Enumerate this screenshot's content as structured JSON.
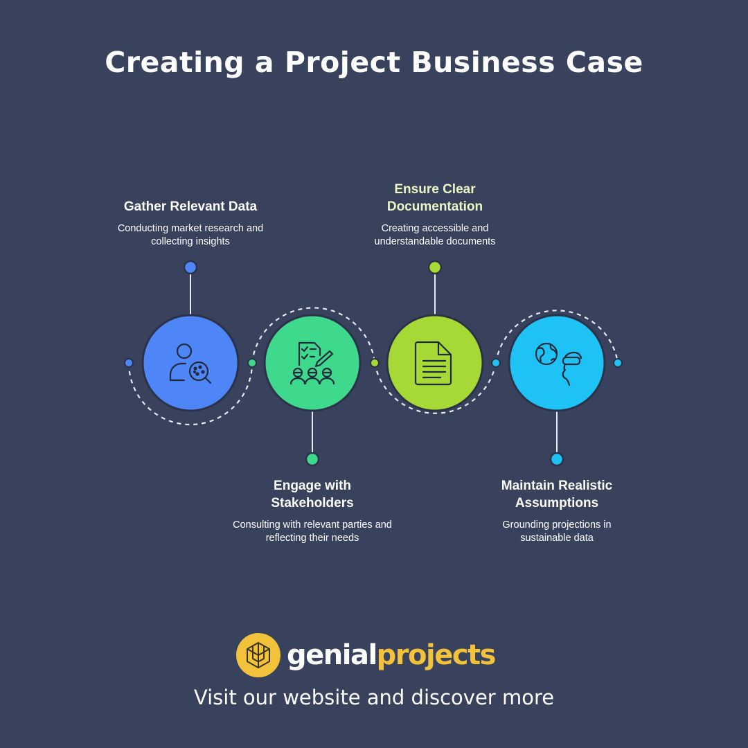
{
  "title": "Creating a Project Business Case",
  "steps": [
    {
      "title": "Gather Relevant Data",
      "description": "Conducting market research and collecting insights",
      "color": "#4f86f7",
      "icon": "user-search-icon",
      "label_position": "top"
    },
    {
      "title": "Engage with Stakeholders",
      "description": "Consulting with relevant parties and reflecting their needs",
      "color": "#3fd98d",
      "icon": "team-checklist-icon",
      "label_position": "bottom"
    },
    {
      "title": "Ensure Clear Documentation",
      "description": "Creating accessible and understandable documents",
      "color": "#a6d935",
      "icon": "document-icon",
      "label_position": "top"
    },
    {
      "title": "Maintain Realistic Assumptions",
      "description": "Grounding projections in sustainable data",
      "color": "#1ec2f4",
      "icon": "globe-vr-icon",
      "label_position": "bottom"
    }
  ],
  "brand": {
    "name_part1": "genial",
    "name_part2": "projects",
    "accent": "#f2c23a"
  },
  "tagline": "Visit our website and discover more"
}
